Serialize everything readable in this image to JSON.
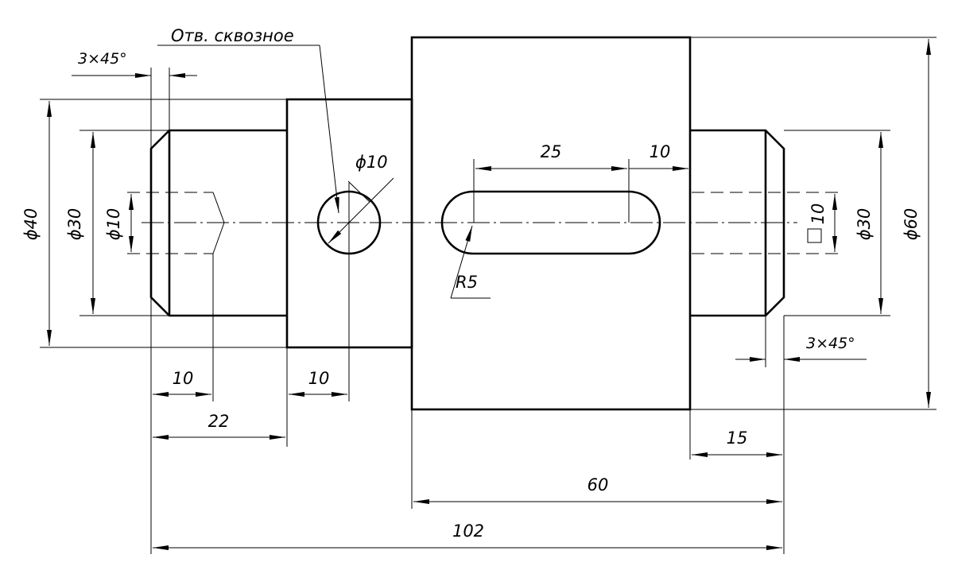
{
  "note": {
    "through_hole": "Отв. сквозное"
  },
  "chamfers": {
    "left": "3×45°",
    "right": "3×45°"
  },
  "diameters": {
    "d40": "ϕ40",
    "d30_left": "ϕ30",
    "d10_left": "ϕ10",
    "d10_hole": "ϕ10",
    "d30_right": "ϕ30",
    "d60": "ϕ60"
  },
  "square": {
    "size": "10"
  },
  "radius": {
    "slot": "R5"
  },
  "lengths": {
    "l10_bore": "10",
    "l10_hole": "10",
    "l22": "22",
    "l25_slot": "25",
    "l10_slot_offset": "10",
    "l15": "15",
    "l60": "60",
    "l102": "102"
  }
}
